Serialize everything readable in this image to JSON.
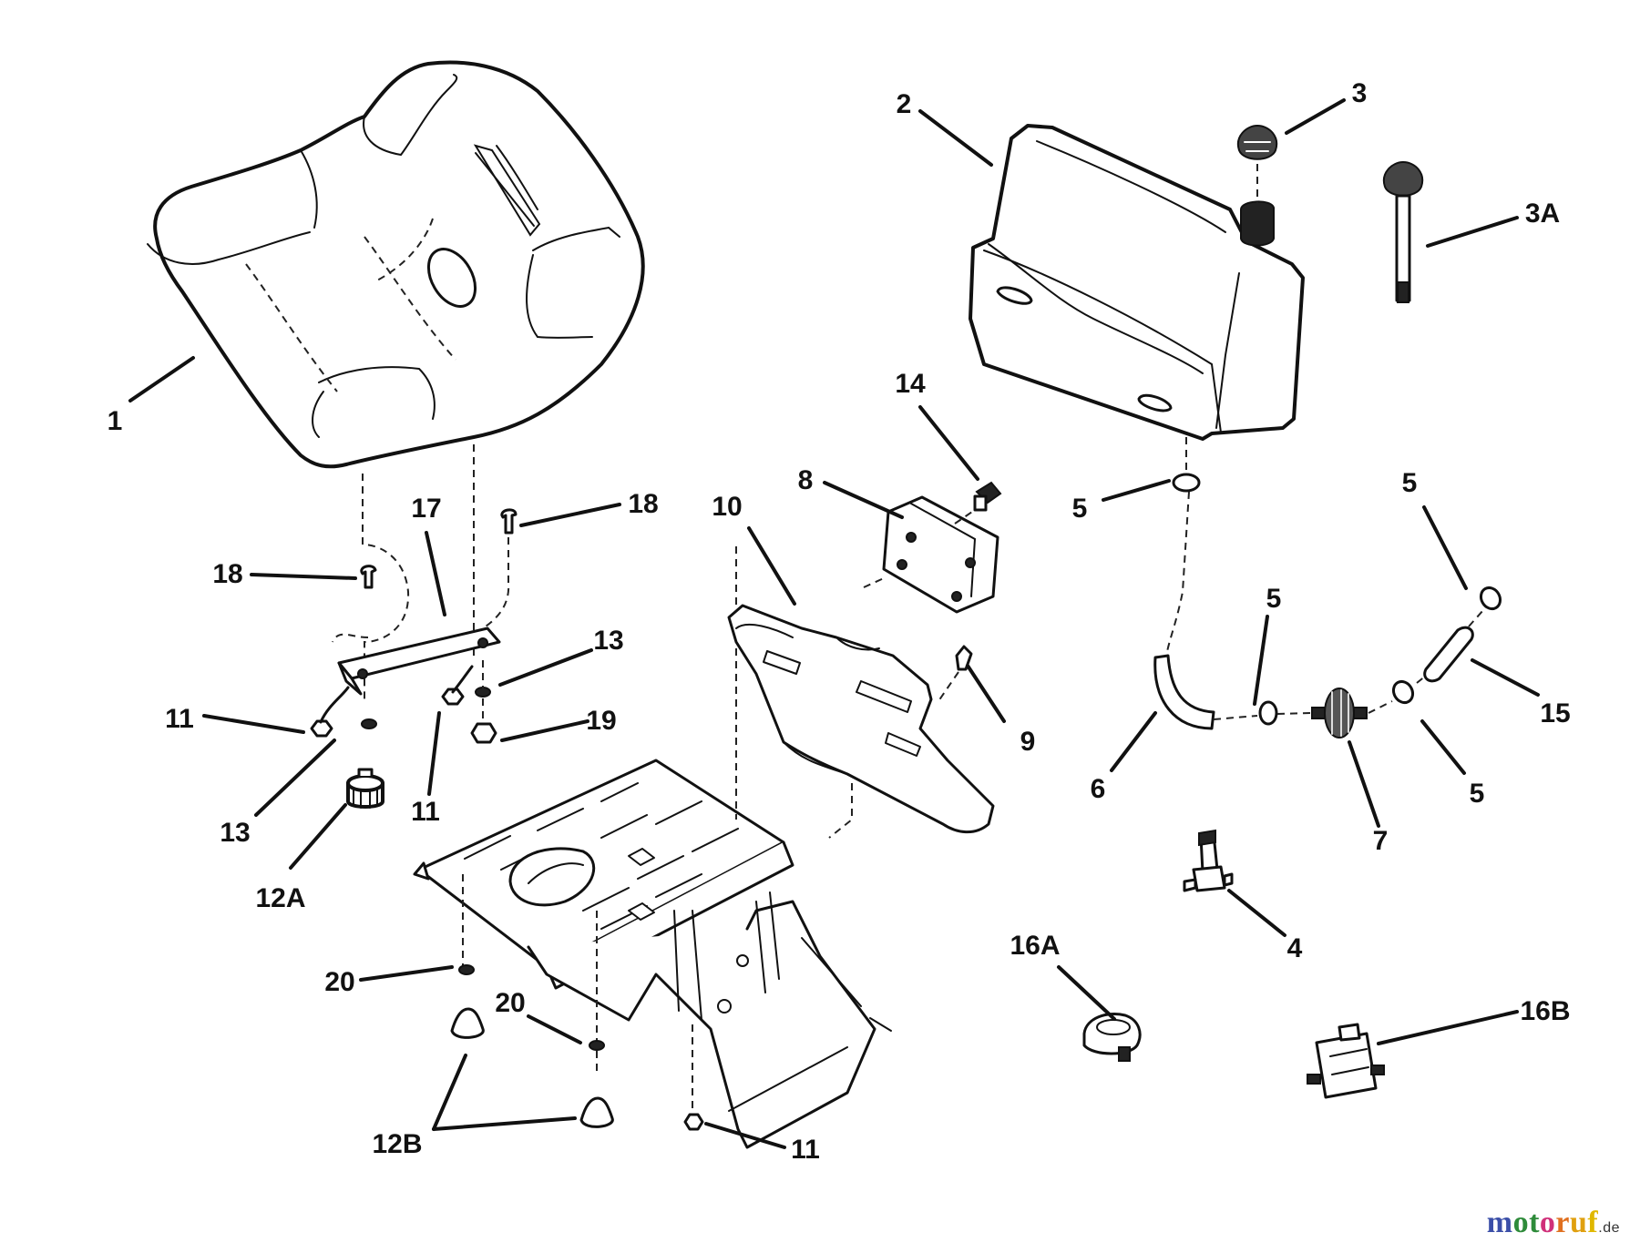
{
  "diagram": {
    "type": "exploded parts diagram",
    "callouts": [
      {
        "id": "c1",
        "label": "1"
      },
      {
        "id": "c2",
        "label": "2"
      },
      {
        "id": "c3",
        "label": "3"
      },
      {
        "id": "c3a",
        "label": "3A"
      },
      {
        "id": "c14",
        "label": "14"
      },
      {
        "id": "c8",
        "label": "8"
      },
      {
        "id": "c10",
        "label": "10"
      },
      {
        "id": "c18a",
        "label": "18"
      },
      {
        "id": "c18b",
        "label": "18"
      },
      {
        "id": "c17",
        "label": "17"
      },
      {
        "id": "c13a",
        "label": "13"
      },
      {
        "id": "c11a",
        "label": "11"
      },
      {
        "id": "c19",
        "label": "19"
      },
      {
        "id": "c13b",
        "label": "13"
      },
      {
        "id": "c11b",
        "label": "11"
      },
      {
        "id": "c12a",
        "label": "12A"
      },
      {
        "id": "c9",
        "label": "9"
      },
      {
        "id": "c5a",
        "label": "5"
      },
      {
        "id": "c6",
        "label": "6"
      },
      {
        "id": "c5b",
        "label": "5"
      },
      {
        "id": "c7",
        "label": "7"
      },
      {
        "id": "c5c",
        "label": "5"
      },
      {
        "id": "c15",
        "label": "15"
      },
      {
        "id": "c5d",
        "label": "5"
      },
      {
        "id": "c4",
        "label": "4"
      },
      {
        "id": "c16a",
        "label": "16A"
      },
      {
        "id": "c16b",
        "label": "16B"
      },
      {
        "id": "c20a",
        "label": "20"
      },
      {
        "id": "c20b",
        "label": "20"
      },
      {
        "id": "c12b",
        "label": "12B"
      },
      {
        "id": "c11c",
        "label": "11"
      }
    ]
  },
  "watermark": {
    "letters": [
      {
        "ch": "m",
        "color": "#3b4fa8"
      },
      {
        "ch": "o",
        "color": "#2e8b3a"
      },
      {
        "ch": "t",
        "color": "#2e8b3a"
      },
      {
        "ch": "o",
        "color": "#d0307a"
      },
      {
        "ch": "r",
        "color": "#e07020"
      },
      {
        "ch": "u",
        "color": "#e0a010"
      },
      {
        "ch": "f",
        "color": "#e0b800"
      }
    ],
    "tld": ".de"
  }
}
